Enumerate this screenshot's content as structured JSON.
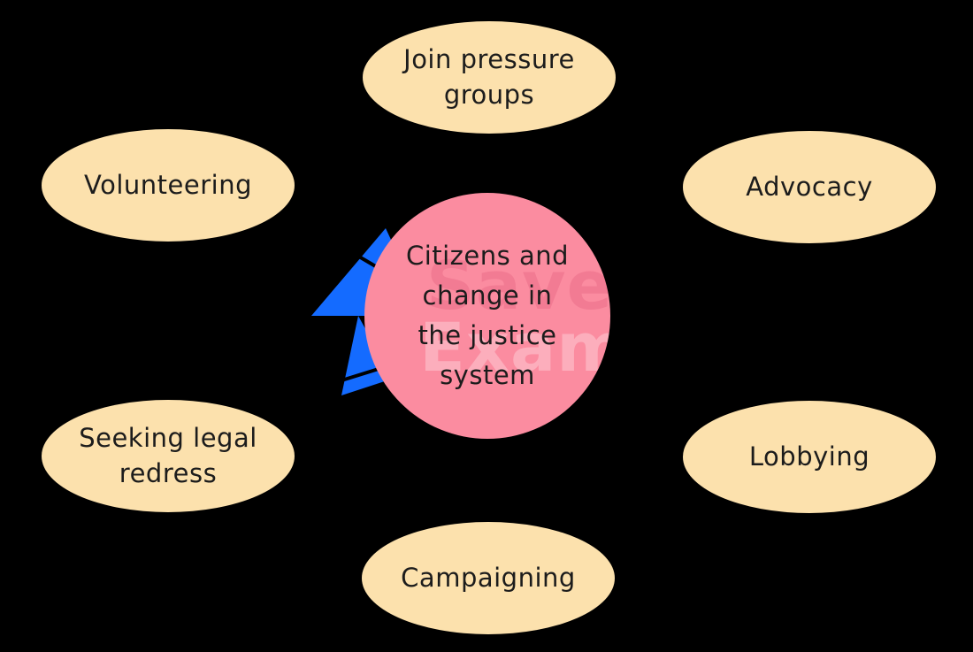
{
  "diagram": {
    "center_node": {
      "label": "Citizens and\nchange in\nthe justice\nsystem"
    },
    "nodes": [
      {
        "id": "join-pressure-groups",
        "label": "Join pressure groups",
        "position": "top"
      },
      {
        "id": "volunteering",
        "label": "Volunteering",
        "position": "upper-left"
      },
      {
        "id": "advocacy",
        "label": "Advocacy",
        "position": "upper-right"
      },
      {
        "id": "seeking-legal-redress",
        "label": "Seeking legal redress",
        "position": "lower-left"
      },
      {
        "id": "lobbying",
        "label": "Lobbying",
        "position": "lower-right"
      },
      {
        "id": "campaigning",
        "label": "Campaigning",
        "position": "bottom"
      }
    ],
    "watermark": {
      "line1": "SaveM",
      "line2": "Exams"
    }
  },
  "colors": {
    "background": "#000000",
    "node_fill": "#FCE1AD",
    "center_fill": "#FB8CA0",
    "arrow_blue": "#146BFF",
    "text": "#1C1C1C"
  }
}
